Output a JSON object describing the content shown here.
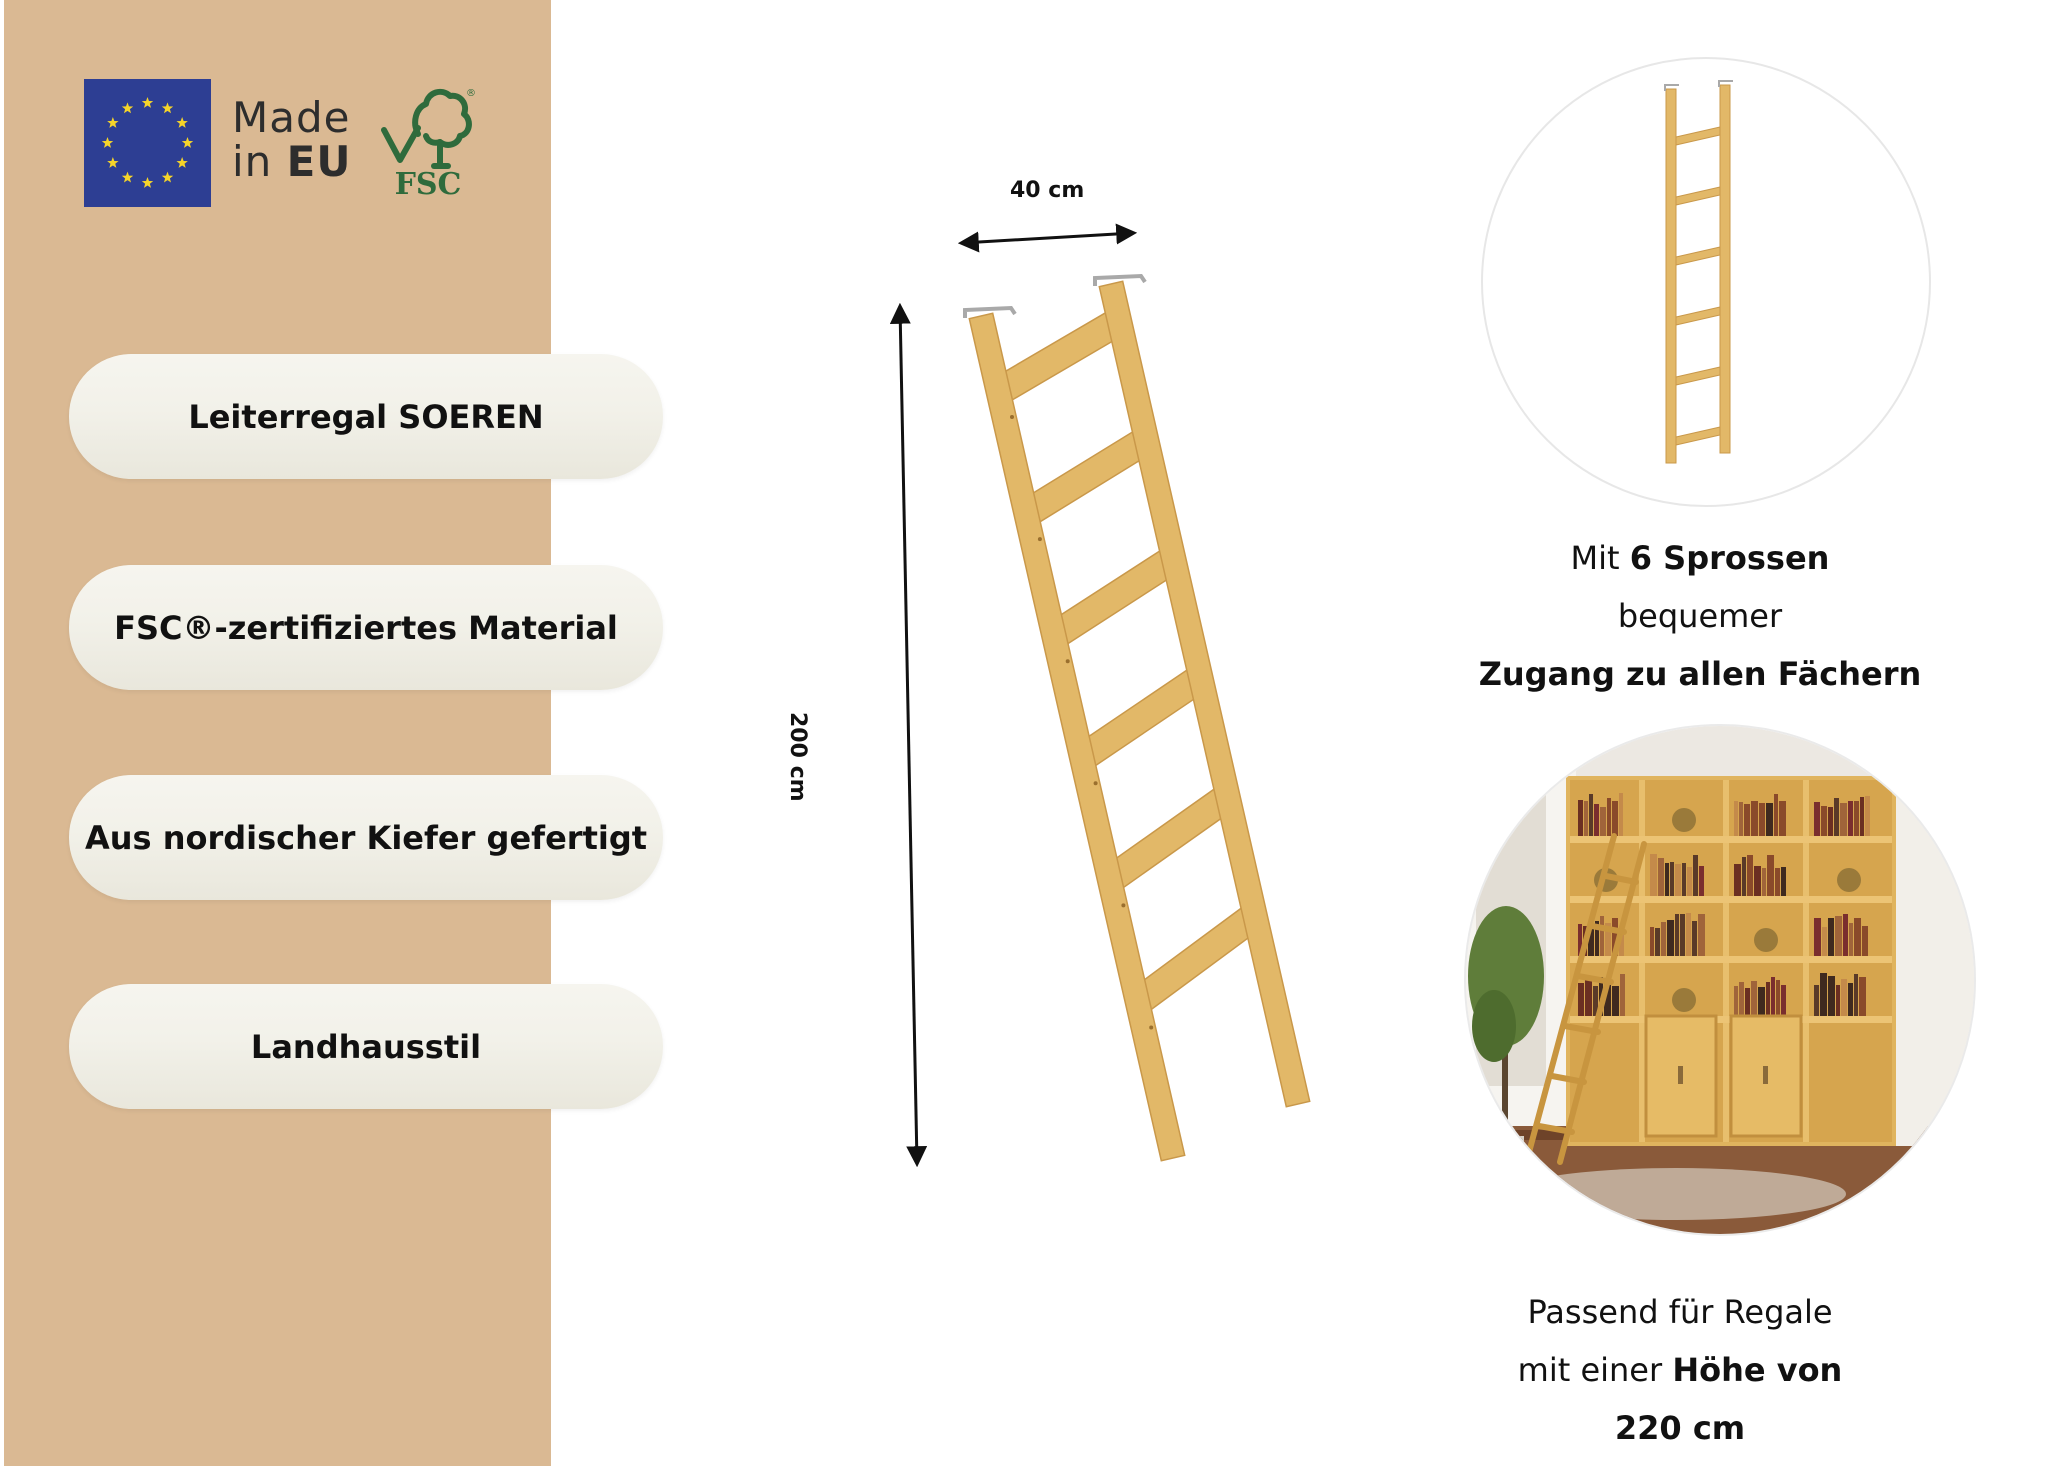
{
  "badges": {
    "made_line1": "Made",
    "made_line2_prefix": "in ",
    "made_line2_bold": "EU",
    "fsc_text": "FSC",
    "fsc_registered": "®"
  },
  "features": [
    {
      "label": "Leiterregal SOEREN"
    },
    {
      "label": "FSC®-zertifiziertes Material"
    },
    {
      "label": "Aus nordischer Kiefer gefertigt"
    },
    {
      "label": "Landhausstil"
    }
  ],
  "dimensions": {
    "width_label": "40 cm",
    "height_label": "200 cm"
  },
  "captions": {
    "rungs_prefix": "Mit ",
    "rungs_bold": "6 Sprossen",
    "rungs_line2": "bequemer",
    "rungs_line3": "Zugang zu allen Fächern",
    "fit_line1": "Passend für Regale",
    "fit_line2_prefix": "mit einer ",
    "fit_line2_bold": "Höhe von",
    "fit_line3": "220 cm"
  },
  "colors": {
    "sidebar": "#dab993",
    "pill": "#f2f1e9",
    "wood": "#e2b868",
    "wood_dark": "#c9984a",
    "eu_blue": "#2d3e93",
    "eu_star": "#f5d42a",
    "fsc_green": "#2f6b3c"
  },
  "icons": {
    "eu_flag": "eu-flag-icon",
    "fsc": "fsc-tree-icon"
  }
}
